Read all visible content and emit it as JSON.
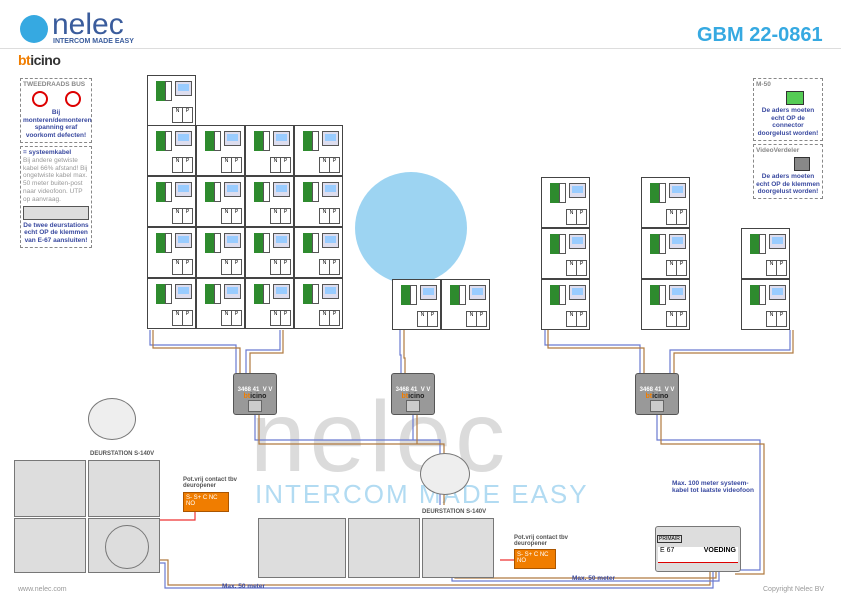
{
  "header": {
    "logo_text": "nelec",
    "logo_tagline": "INTERCOM MADE EASY",
    "brand_prefix": "bt",
    "brand_suffix": "icino",
    "doc_id": "GBM 22-0861"
  },
  "notes": {
    "bus": {
      "title": "TWEEDRAADS BUS",
      "warning": "Bij monteren/demonteren spanning eraf voorkomt defecten!"
    },
    "cable": {
      "title": "= systeemkabel",
      "text": "Bij andere getwiste kabel 66% afstand! Bij ongetwiste kabel max. 50 meter buiten-post naar videofoon. UTP op aanvraag.",
      "warning": "De twee deurstations echt OP de klemmen van E-67 aansluiten!"
    },
    "m50": {
      "title": "M-50",
      "text": "De aders moeten echt OP de connector doorgelust worden!"
    },
    "videoverdeler": {
      "title": "VideoVerdeler",
      "text": "De aders moeten echt OP de klemmen doorgelust worden!"
    }
  },
  "cell_labels": {
    "n": "N",
    "p": "P"
  },
  "distributor": {
    "model": "3468 41",
    "vv": "V V",
    "brand_prefix": "bt",
    "brand_suffix": "icino"
  },
  "door_station": {
    "label": "DEURSTATION S-140V"
  },
  "contact": {
    "title": "Pot.vrij contact tbv deuropener",
    "terminals": "S-  S+ C NC NO"
  },
  "power": {
    "model": "E 67",
    "name": "VOEDING",
    "primair": "PRIMAIR"
  },
  "watermark": {
    "word": "nelec",
    "tagline": "INTERCOM MADE EASY"
  },
  "distances": {
    "max50": "Max. 50 meter",
    "max100": "Max. 100 meter systeem-kabel tot laatste videofoon"
  },
  "footer": {
    "website": "www.nelec.com",
    "copyright": "Copyright Nelec BV"
  },
  "colors": {
    "accent": "#36a9e1",
    "brand": "#3a5c9c",
    "orange": "#f07d00"
  }
}
